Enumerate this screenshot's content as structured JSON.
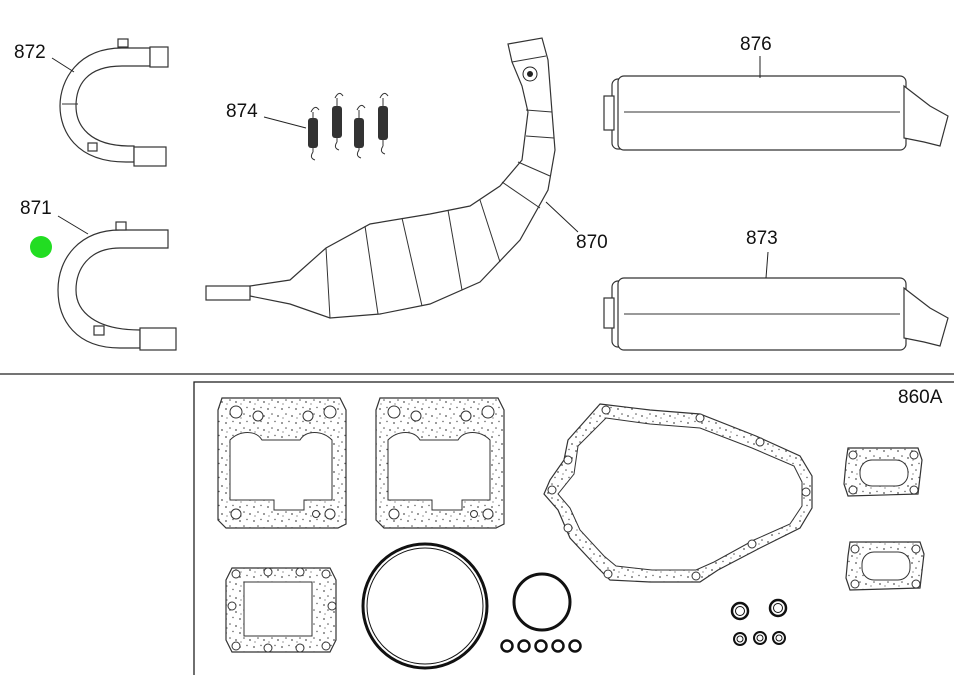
{
  "callouts": {
    "p872": "872",
    "p871": "871",
    "p874": "874",
    "p870": "870",
    "p876": "876",
    "p873": "873",
    "kit": "860A"
  },
  "marker_color": "#22dd22",
  "icons": [
    "exhaust-elbow-icon",
    "spring-icon",
    "expansion-chamber-icon",
    "muffler-icon",
    "gasket-icon",
    "o-ring-icon"
  ]
}
